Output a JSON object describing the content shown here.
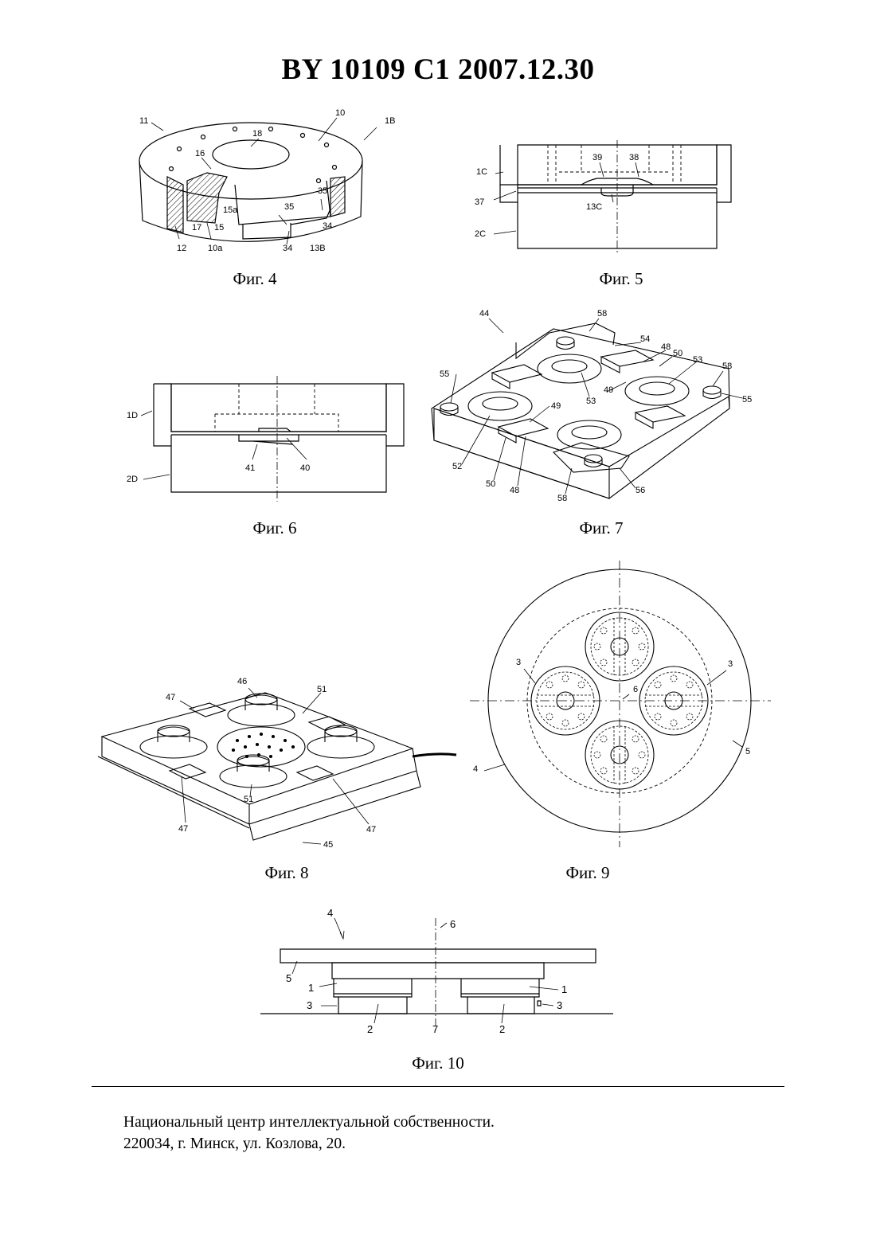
{
  "header": {
    "title": "BY  10109  C1  2007.12.30"
  },
  "figures": {
    "fig4": {
      "caption": "Фиг. 4",
      "labels": {
        "l11": "11",
        "l10": "10",
        "l18": "18",
        "l1B": "1B",
        "l16": "16",
        "l15a": "15a",
        "l35a": "35",
        "l35b": "35",
        "l34a": "34",
        "l34b": "34",
        "l13B": "13B",
        "l12": "12",
        "l10a": "10a",
        "l17": "17",
        "l15": "15"
      }
    },
    "fig5": {
      "caption": "Фиг. 5",
      "labels": {
        "l39": "39",
        "l38": "38",
        "l1C": "1C",
        "l37": "37",
        "l13C": "13C",
        "l2C": "2C"
      }
    },
    "fig6": {
      "caption": "Фиг. 6",
      "labels": {
        "l1D": "1D",
        "l2D": "2D",
        "l41": "41",
        "l40": "40"
      }
    },
    "fig7": {
      "caption": "Фиг. 7",
      "labels": {
        "l44": "44",
        "l58a": "58",
        "l54": "54",
        "l48a": "48",
        "l50a": "50",
        "l53a": "53",
        "l58b": "58",
        "l55a": "55",
        "l49a": "49",
        "l53b": "53",
        "l55b": "55",
        "l49b": "49",
        "l52": "52",
        "l50b": "50",
        "l48b": "48",
        "l58c": "58",
        "l56": "56"
      }
    },
    "fig8": {
      "caption": "Фиг. 8",
      "labels": {
        "l46": "46",
        "l51a": "51",
        "l47a": "47",
        "l51b": "51",
        "l47b": "47",
        "l47c": "47",
        "l45": "45"
      }
    },
    "fig9": {
      "caption": "Фиг. 9",
      "labels": {
        "l3a": "3",
        "l3b": "3",
        "l6": "6",
        "l5": "5",
        "l4": "4"
      }
    },
    "fig10": {
      "caption": "Фиг. 10",
      "labels": {
        "l4": "4",
        "l6": "6",
        "l5": "5",
        "l1a": "1",
        "l1b": "1",
        "l3a": "3",
        "l3b": "3",
        "l2a": "2",
        "l7": "7",
        "l2b": "2"
      }
    }
  },
  "footer": {
    "line1": "Национальный центр интеллектуальной собственности.",
    "line2": "220034, г. Минск, ул. Козлова, 20."
  }
}
